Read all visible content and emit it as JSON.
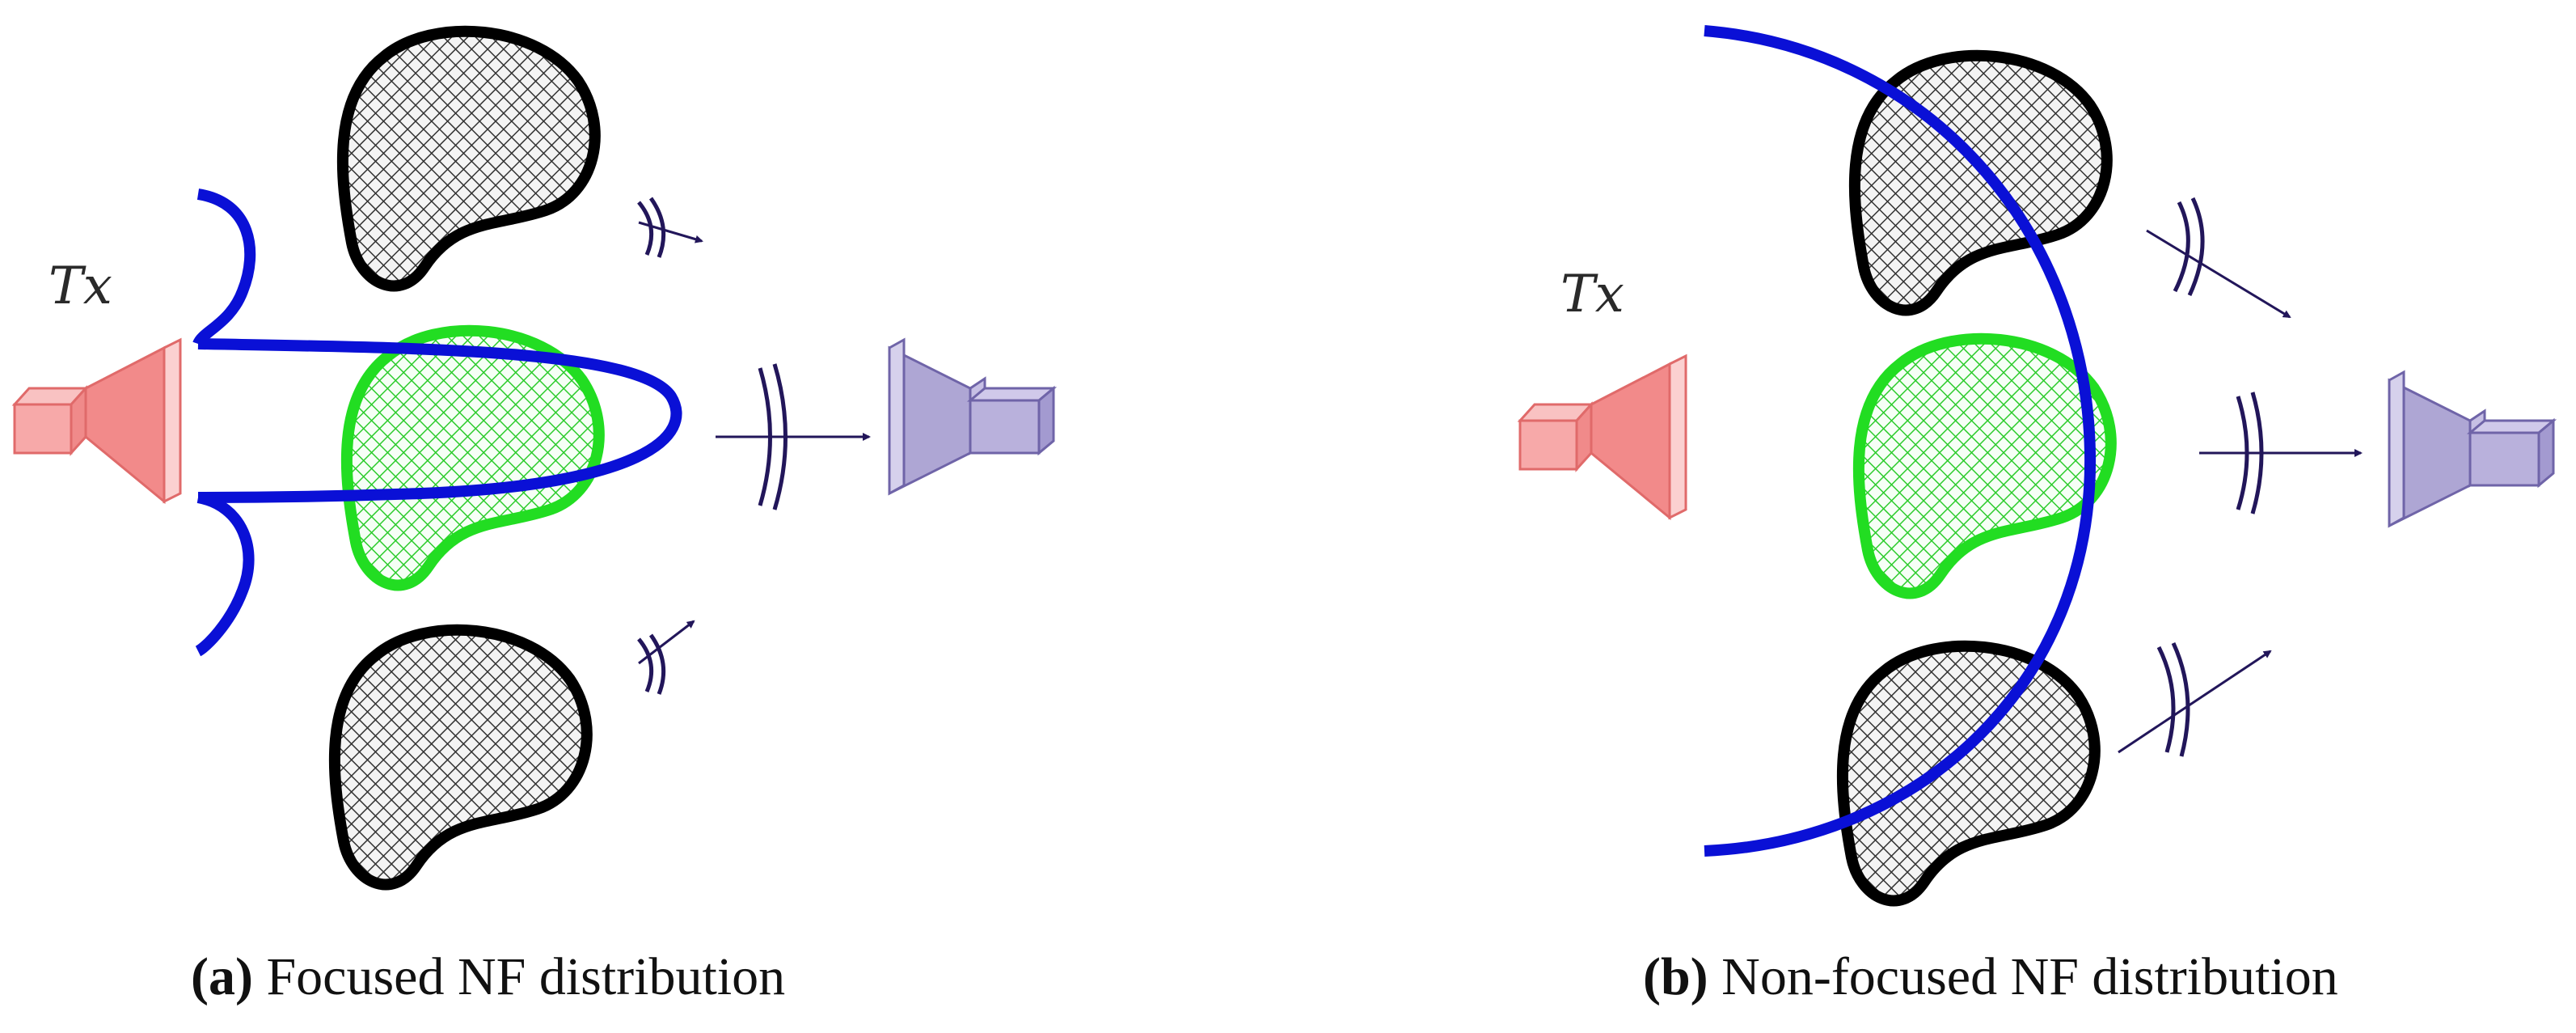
{
  "panels": [
    {
      "tag": "(a)",
      "caption": "Focused NF distribution",
      "tx_label": "Tx"
    },
    {
      "tag": "(b)",
      "caption": "Non-focused NF distribution",
      "tx_label": "Tx"
    }
  ],
  "colors": {
    "field_pattern": "#0a10d6",
    "target_outline": "#22dd22",
    "obstacle_outline": "#000000",
    "transmitter": "#f28a8a",
    "receiver": "#aea6d4",
    "arrow": "#22165a"
  },
  "icons": [
    "horn-antenna-icon",
    "hatched-blob-icon",
    "wave-arrow-icon"
  ]
}
